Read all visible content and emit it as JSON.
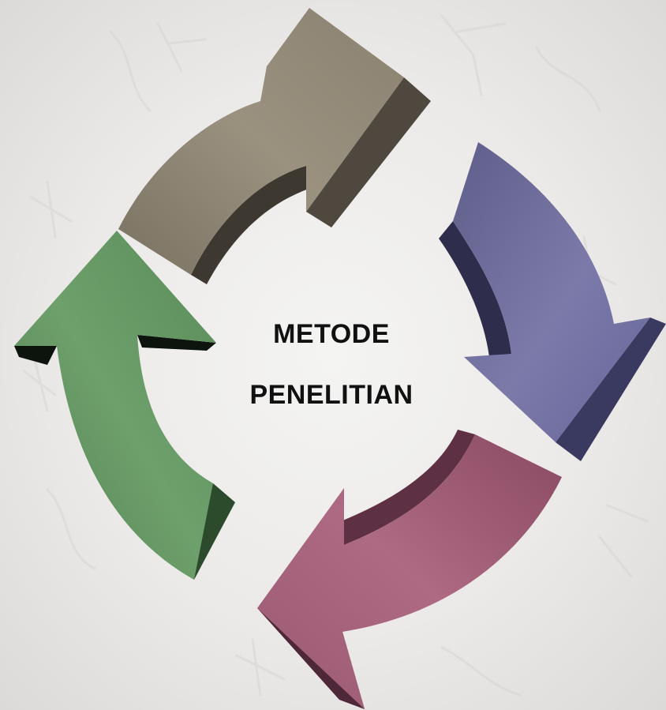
{
  "center_label": {
    "line1": "METODE",
    "line2": "PENELITIAN"
  },
  "arrows": [
    {
      "name": "taupe",
      "color": "#8a8170",
      "dark": "#4e483e"
    },
    {
      "name": "slate-blue",
      "color": "#6d6c98",
      "dark": "#3a3960"
    },
    {
      "name": "mauve",
      "color": "#9b5a72",
      "dark": "#4e2838"
    },
    {
      "name": "green",
      "color": "#5a8c5a",
      "dark": "#2c4a2c"
    }
  ],
  "background": {
    "color": "#ecebe9"
  }
}
